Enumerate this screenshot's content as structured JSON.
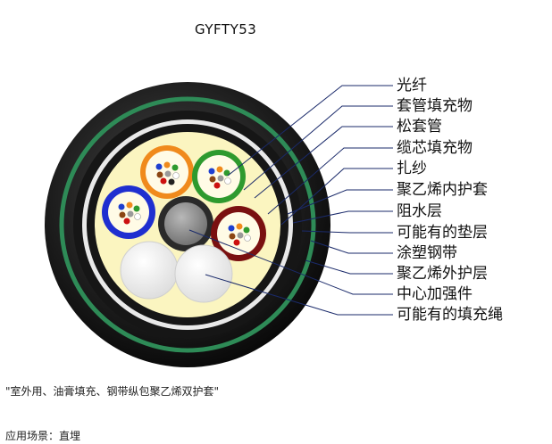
{
  "title": "GYFTY53",
  "caption": "\"室外用、油膏填充、钢带纵包聚乙烯双护套\"",
  "application": "应用场景：直埋",
  "labels": [
    "光纤",
    "套管填充物",
    "松套管",
    "缆芯填充物",
    "扎纱",
    "聚乙烯内护套",
    "阻水层",
    "可能有的垫层",
    "涂塑钢带",
    "聚乙烯外护层",
    "中心加强件",
    "可能有的填充绳"
  ],
  "colors": {
    "outer_sheath": "#111111",
    "armor_green": "#2e8b57",
    "core_fill": "#fbf5c0",
    "tube_orange": "#f08a1c",
    "tube_green": "#2e9a2e",
    "tube_blue": "#1f2fd0",
    "tube_red": "#7a1010",
    "strength_member": "#8f8f8f",
    "leader_line": "#1a2a6a"
  }
}
